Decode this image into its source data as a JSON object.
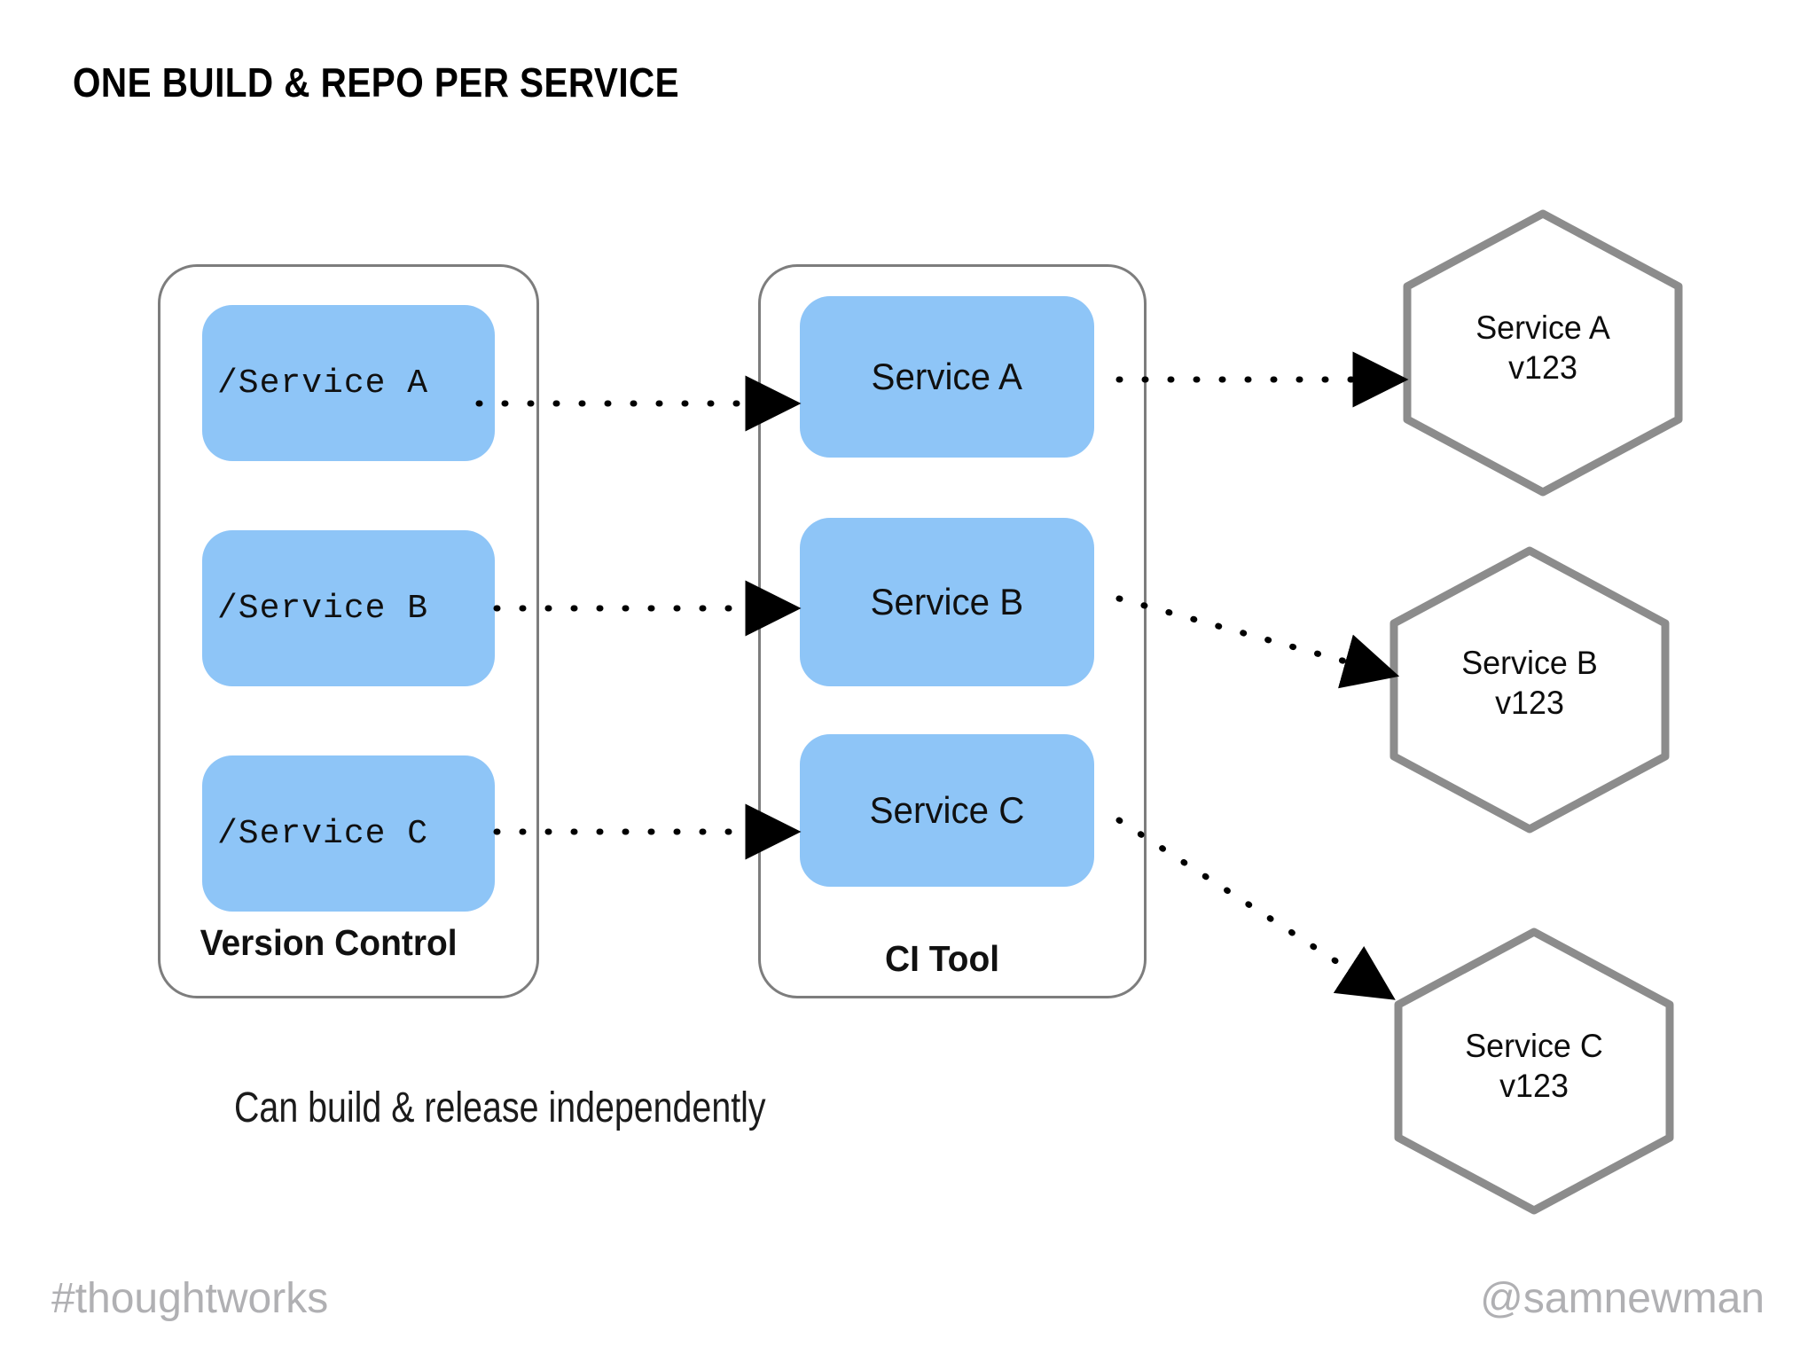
{
  "slide": {
    "title": "ONE BUILD & REPO PER SERVICE",
    "caption": "Can build & release independently",
    "background_color": "#ffffff"
  },
  "colors": {
    "service_box_blue": "#8EC5F7",
    "container_stroke_gray": "#7d7d7d",
    "hexagon_stroke_gray": "#8c8c8c",
    "footer_gray": "#b0b0b3",
    "text_black": "#101010"
  },
  "version_control": {
    "label": "Version Control",
    "repos": [
      {
        "label": "/Service A"
      },
      {
        "label": "/Service B"
      },
      {
        "label": "/Service C"
      }
    ]
  },
  "ci_tool": {
    "label": "CI Tool",
    "builds": [
      {
        "label": "Service A"
      },
      {
        "label": "Service B"
      },
      {
        "label": "Service C"
      }
    ]
  },
  "artifacts": [
    {
      "name": "Service A",
      "version": "v123",
      "shape": "hexagon"
    },
    {
      "name": "Service B",
      "version": "v123",
      "shape": "hexagon"
    },
    {
      "name": "Service C",
      "version": "v123",
      "shape": "hexagon"
    }
  ],
  "arrows": [
    {
      "from": "/Service A",
      "to": "Service A build",
      "style": "dotted",
      "head": "filled-triangle"
    },
    {
      "from": "/Service B",
      "to": "Service B build",
      "style": "dotted",
      "head": "filled-triangle"
    },
    {
      "from": "/Service C",
      "to": "Service C build",
      "style": "dotted",
      "head": "filled-triangle"
    },
    {
      "from": "Service A build",
      "to": "Service A v123",
      "style": "dotted",
      "head": "filled-triangle"
    },
    {
      "from": "Service B build",
      "to": "Service B v123",
      "style": "dotted",
      "head": "filled-triangle"
    },
    {
      "from": "Service C build",
      "to": "Service C v123",
      "style": "dotted",
      "head": "filled-triangle"
    }
  ],
  "footer": {
    "left": "#thoughtworks",
    "right": "@samnewman"
  }
}
